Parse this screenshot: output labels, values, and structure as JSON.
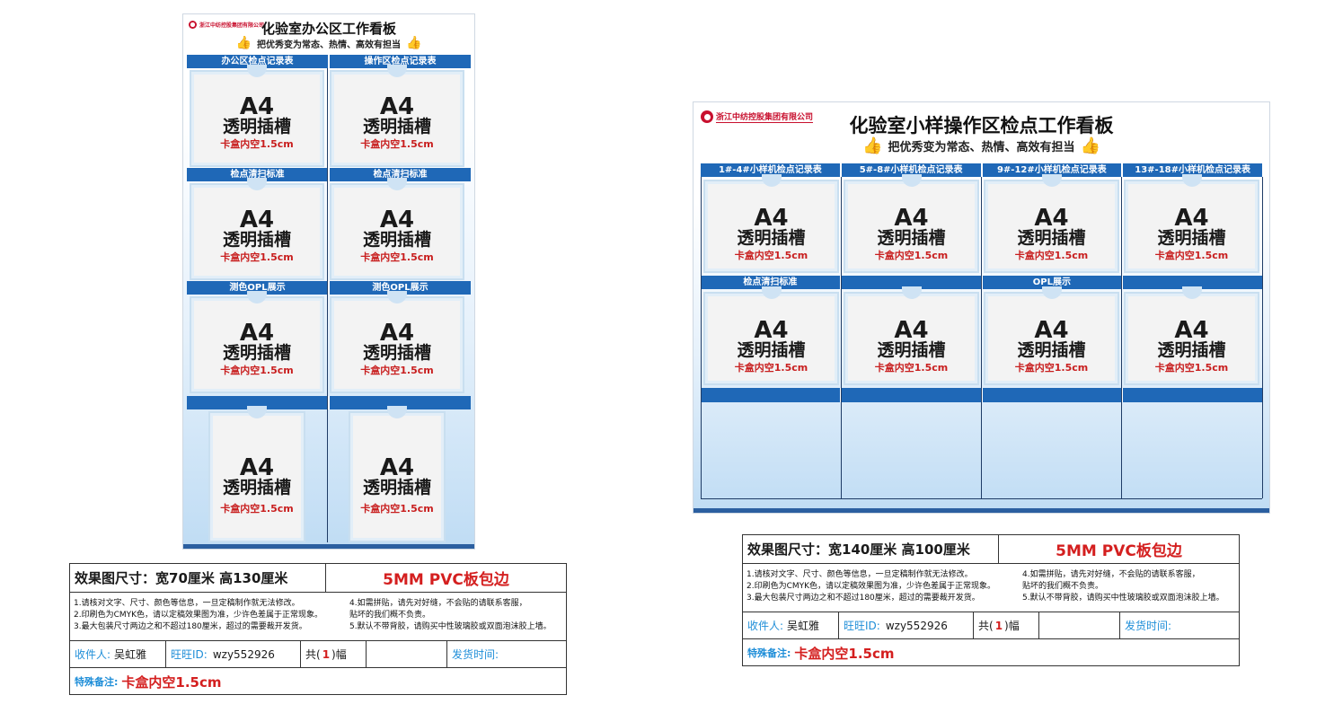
{
  "boards": [
    {
      "company": "浙江中纺控股集团有限公司",
      "title": "化验室办公区工作看板",
      "slogan": "把优秀变为常态、热情、高效有担当",
      "bands": [
        [
          "办公区检点记录表",
          "操作区检点记录表"
        ],
        [
          "检点清扫标准",
          "检点清扫标准"
        ],
        [
          "测色OPL展示",
          "测色OPL展示"
        ],
        [
          "",
          ""
        ]
      ],
      "card": {
        "a4": "A4",
        "slot": "透明插槽",
        "gap": "卡盒内空1.5cm"
      }
    },
    {
      "company": "浙江中纺控股集团有限公司",
      "title": "化验室小样操作区检点工作看板",
      "slogan": "把优秀变为常态、热情、高效有担当",
      "bands": [
        [
          "1#-4#小样机检点记录表",
          "5#-8#小样机检点记录表",
          "9#-12#小样机检点记录表",
          "13#-18#小样机检点记录表"
        ],
        [
          "检点清扫标准",
          "",
          "OPL展示",
          ""
        ],
        [
          "",
          "",
          "",
          ""
        ]
      ],
      "card": {
        "a4": "A4",
        "slot": "透明插槽",
        "gap": "卡盒内空1.5cm"
      }
    }
  ],
  "infos": [
    {
      "size": "效果图尺寸：宽70厘米  高130厘米",
      "material": "5MM PVC板包边",
      "notes_left": [
        "1.请核对文字、尺寸、颜色等信息，一旦定稿制作就无法修改。",
        "2.印刷色为CMYK色，请以定稿效果图为准，少许色差属于正常现象。",
        "3.最大包装尺寸两边之和不超过180厘米，超过的需要裁开发货。"
      ],
      "notes_right": [
        "4.如需拼贴，请先对好缝，不会贴的请联系客服，",
        "   贴坏的我们概不负责。",
        "5.默认不带背胶，请购买中性玻璃胶或双面泡沫胶上墙。"
      ],
      "recipient_label": "收件人:",
      "recipient": "吴虹雅",
      "ww_label": "旺旺ID:",
      "ww": "wzy552926",
      "count_pre": "共(",
      "count": "1",
      "count_post": ")幅",
      "ship_label": "发货时间:",
      "special_label": "特殊备注:",
      "special": "卡盒内空1.5cm"
    },
    {
      "size": "效果图尺寸：宽140厘米  高100厘米",
      "material": "5MM PVC板包边",
      "notes_left": [
        "1.请核对文字、尺寸、颜色等信息，一旦定稿制作就无法修改。",
        "2.印刷色为CMYK色，请以定稿效果图为准，少许色差属于正常现象。",
        "3.最大包装尺寸两边之和不超过180厘米，超过的需要裁开发货。"
      ],
      "notes_right": [
        "4.如需拼贴，请先对好缝，不会贴的请联系客服，",
        "   贴坏的我们概不负责。",
        "5.默认不带背胶，请购买中性玻璃胶或双面泡沫胶上墙。"
      ],
      "recipient_label": "收件人:",
      "recipient": "吴虹雅",
      "ww_label": "旺旺ID:",
      "ww": "wzy552926",
      "count_pre": "共(",
      "count": "1",
      "count_post": ")幅",
      "ship_label": "发货时间:",
      "special_label": "特殊备注:",
      "special": "卡盒内空1.5cm"
    }
  ]
}
